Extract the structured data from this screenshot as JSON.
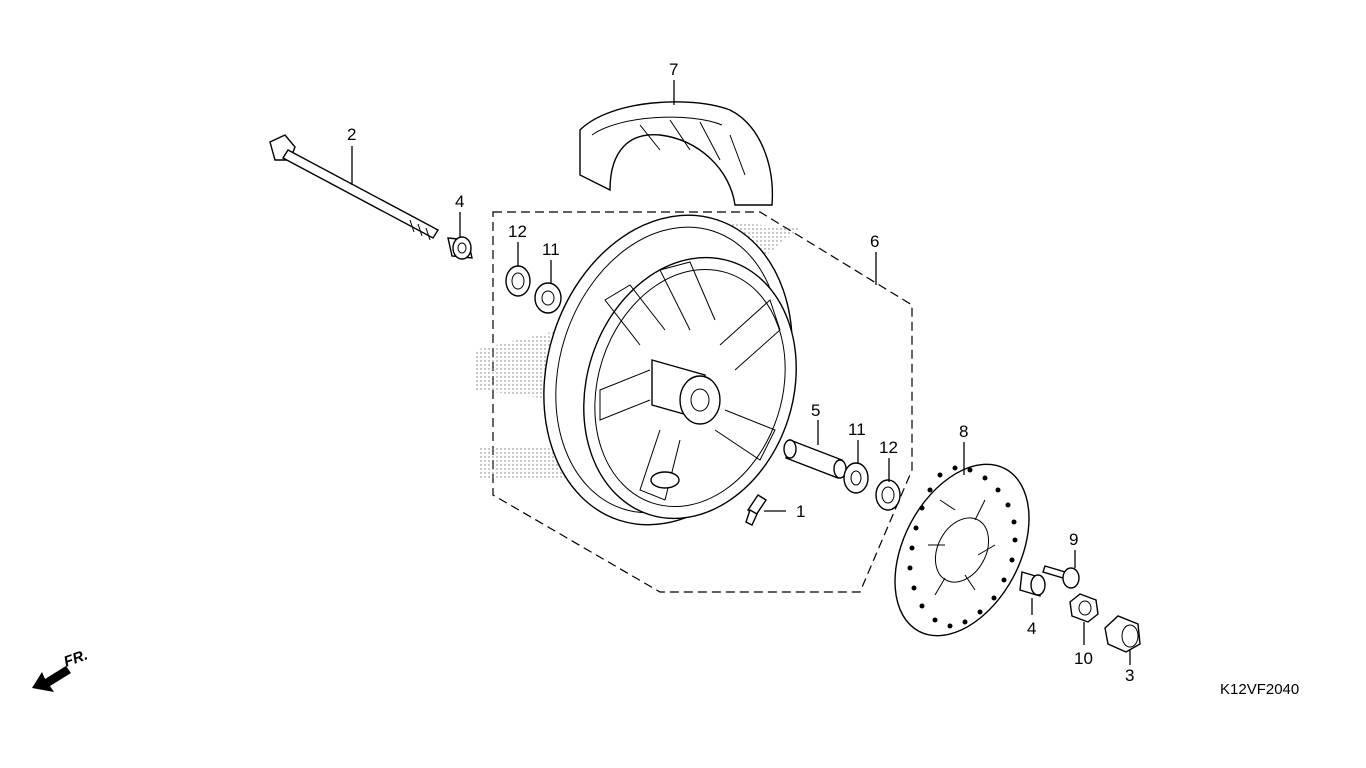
{
  "diagram": {
    "code": "K12VF2040",
    "direction_label": "FR.",
    "callouts": [
      {
        "id": "valve",
        "label": "1"
      },
      {
        "id": "axle-bolt",
        "label": "2"
      },
      {
        "id": "axle-nut-cap",
        "label": "3"
      },
      {
        "id": "left-collar",
        "label": "4"
      },
      {
        "id": "right-collar",
        "label": "4"
      },
      {
        "id": "distance-collar",
        "label": "5"
      },
      {
        "id": "wheel-rim",
        "label": "6"
      },
      {
        "id": "tire",
        "label": "7"
      },
      {
        "id": "brake-disc",
        "label": "8"
      },
      {
        "id": "disc-bolt",
        "label": "9"
      },
      {
        "id": "axle-nut",
        "label": "10"
      },
      {
        "id": "left-bearing",
        "label": "11"
      },
      {
        "id": "right-bearing",
        "label": "11"
      },
      {
        "id": "left-dust-seal",
        "label": "12"
      },
      {
        "id": "right-dust-seal",
        "label": "12"
      }
    ]
  }
}
